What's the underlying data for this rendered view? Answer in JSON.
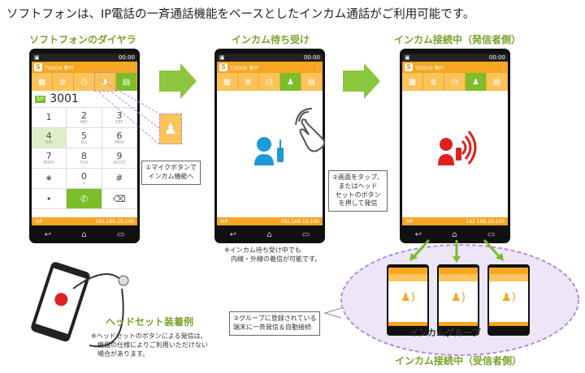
{
  "headline": "ソフトフォンは、IP電話の一斉通話機能をベースとしたインカム通話がご利用可能です。",
  "panel1": {
    "title": "ソフトフォンのダイヤラ",
    "app_name": "TODOS 葵戸",
    "time": "00:00",
    "sip_tag": "SIP",
    "number": "3001",
    "footer_left": "SIP",
    "footer_right": "192.168.10.100",
    "keys": [
      {
        "d": "1",
        "s": ""
      },
      {
        "d": "2",
        "s": "ABC"
      },
      {
        "d": "3",
        "s": "DEF"
      },
      {
        "d": "4",
        "s": "GHI"
      },
      {
        "d": "5",
        "s": "JKL"
      },
      {
        "d": "6",
        "s": "MNO"
      },
      {
        "d": "7",
        "s": "PQRS"
      },
      {
        "d": "8",
        "s": "TUV"
      },
      {
        "d": "9",
        "s": "WXYZ"
      },
      {
        "d": "∗",
        "s": ""
      },
      {
        "d": "0",
        "s": "+"
      },
      {
        "d": "#",
        "s": ""
      }
    ]
  },
  "panel2": {
    "title": "インカム待ち受け",
    "app_name": "TODOS 葵戸",
    "time": "00:00",
    "footer_left": "SIP",
    "footer_right": "192.168.10.100"
  },
  "panel3": {
    "title": "インカム接続中（発信者側）",
    "app_name": "TODOS 葵戸",
    "time": "00:00",
    "footer_left": "SIP",
    "footer_right": "192.168.10.100"
  },
  "callout1": "①マイクボタンで\nインカム機能へ",
  "callout2": "②画面をタップ、\nまたはヘッド\nセットのボタン\nを押して発信",
  "callout3": "③グループに登録されている\n端末に一斉発信＆自動接続",
  "note_standby": "※インカム待ち受け中でも\n　内線・外線の着信が可能です。",
  "headset_title": "ヘッドセット装着例",
  "headset_note": "※ヘッドセットのボタンによる発信は、\n　機器の仕様によりご利用いただけない\n　場合があります。",
  "group_label": "インカムグループ",
  "receivers_title": "インカム接続中（受信者側）",
  "colors": {
    "accent": "#f6a623",
    "green": "#8cc63f",
    "dark_green": "#7bbd2a",
    "idle": "#1a9ad6",
    "active": "#e02020"
  }
}
